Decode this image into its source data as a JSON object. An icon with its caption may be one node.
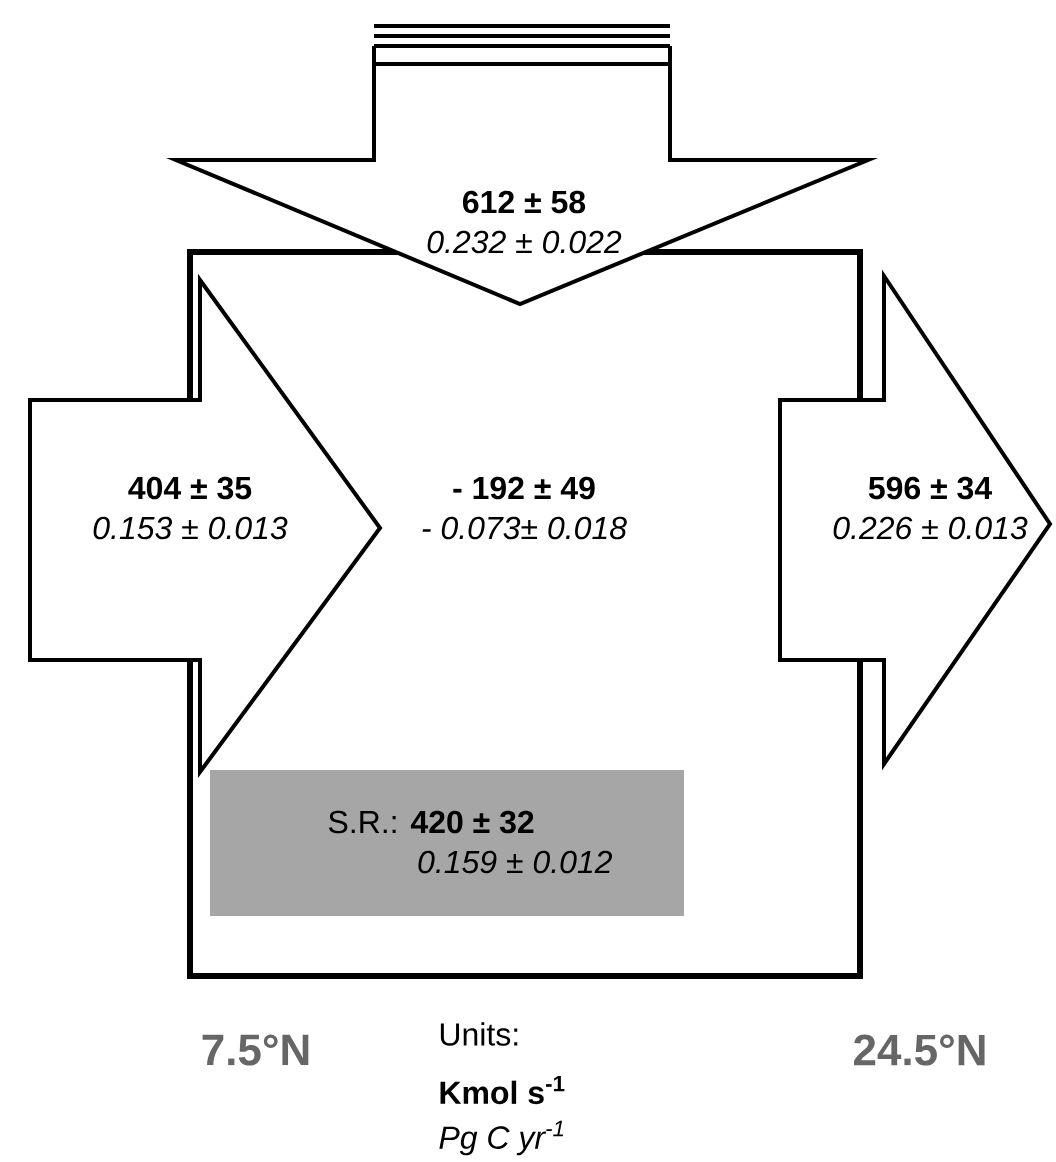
{
  "diagram": {
    "nodes": [
      {
        "text": [
          "- 192 ± 49",
          "- 0.073± 0.018"
        ]
      },
      {
        "text": [
          "404 ± 35",
          "0.153 ± 0.013"
        ]
      },
      {
        "text": [
          "612 ± 58",
          "0.232 ± 0.022"
        ]
      },
      {
        "text": [
          "596 ± 34",
          "0.226 ± 0.013"
        ]
      },
      {
        "text": [
          "S.R.: **420 ± 32**",
          "0.159 ± 0.012"
        ],
        "in": 0
      }
    ],
    "labels": [
      "7.5°N",
      "Units:",
      "24.5°N",
      "Kmol s$^{-1}$",
      "Pg C yr$^{-1}$"
    ]
  }
}
